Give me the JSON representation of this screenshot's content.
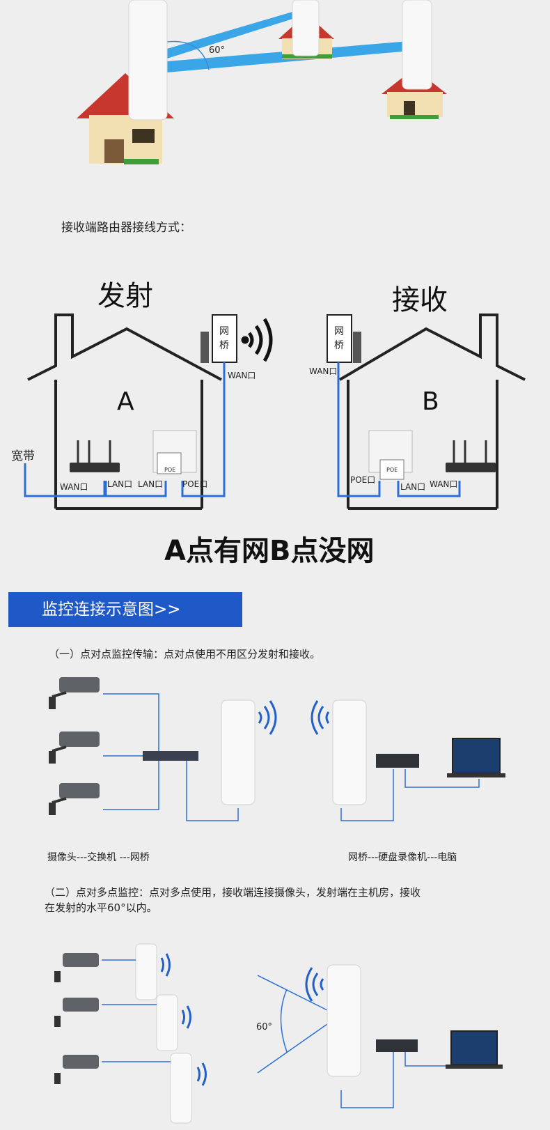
{
  "receiver_title": "接收端路由器接线方式：",
  "angle_top": "60°",
  "diagram_a": {
    "heading": "发射",
    "house_letter": "A",
    "bridge_label_1": "网",
    "bridge_label_2": "桥",
    "wan_port_bridge": "WAN口",
    "broadband": "宽带",
    "wan_port_router": "WAN口",
    "lan1": "LAN口",
    "lan2": "LAN口",
    "poe_port": "POE口",
    "poe_box": "POE"
  },
  "diagram_b": {
    "heading": "接收",
    "house_letter": "B",
    "bridge_label_1": "网",
    "bridge_label_2": "桥",
    "wan_port_bridge": "WAN口",
    "poe_port": "POE口",
    "poe_box": "POE",
    "lan": "LAN口",
    "wan_port_router": "WAN口"
  },
  "summary": "A点有网B点没网",
  "section_header": "监控连接示意图>>",
  "ptp": {
    "desc": "（一）点对点监控传输：点对点使用不用区分发射和接收。",
    "left_caption": "摄像头---交换机  ---网桥",
    "right_caption": "网桥---硬盘录像机---电脑"
  },
  "ptmp": {
    "desc_line1": "（二）点对多点监控：点对多点使用，接收端连接摄像头，发射端在主机房，接收",
    "desc_line2": "在发射的水平60°以内。",
    "angle": "60°"
  },
  "colors": {
    "accent": "#1f58c7",
    "wire": "#2b6fd6",
    "header_bg": "#1f58c7"
  }
}
